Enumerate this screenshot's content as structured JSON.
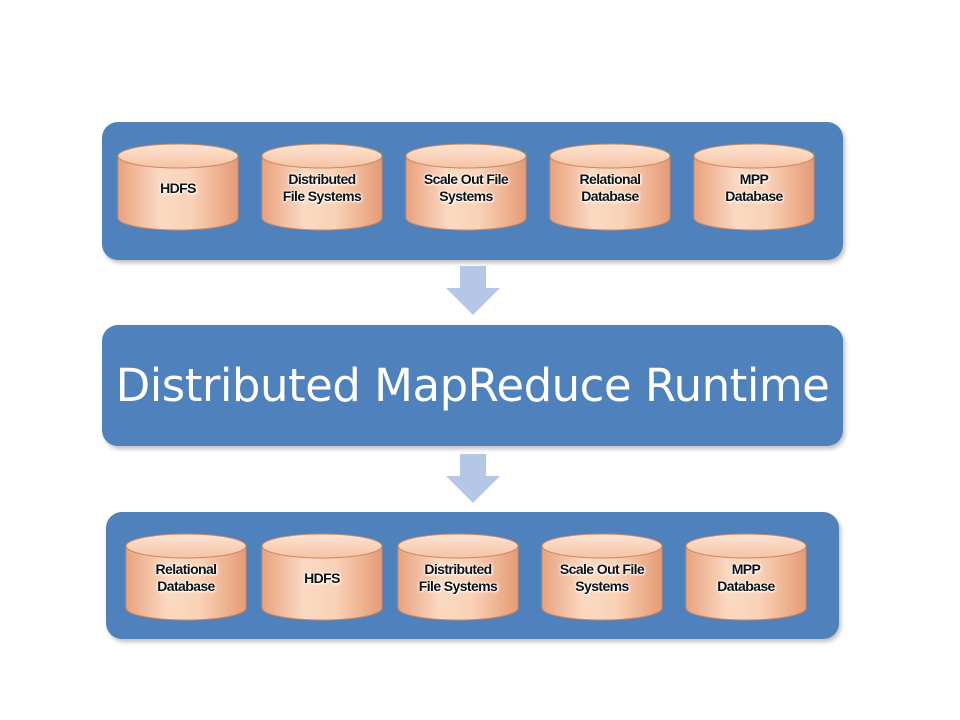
{
  "top_row": {
    "items": [
      {
        "line1": "HDFS",
        "line2": ""
      },
      {
        "line1": "Distributed",
        "line2": "File Systems"
      },
      {
        "line1": "Scale Out File",
        "line2": "Systems"
      },
      {
        "line1": "Relational",
        "line2": "Database"
      },
      {
        "line1": "MPP",
        "line2": "Database"
      }
    ]
  },
  "runtime": {
    "label": "Distributed MapReduce Runtime"
  },
  "bottom_row": {
    "items": [
      {
        "line1": "Relational",
        "line2": "Database"
      },
      {
        "line1": "HDFS",
        "line2": ""
      },
      {
        "line1": "Distributed",
        "line2": "File Systems"
      },
      {
        "line1": "Scale Out File",
        "line2": "Systems"
      },
      {
        "line1": "MPP",
        "line2": "Database"
      }
    ]
  },
  "colors": {
    "panel": "#4f81bd",
    "cylinder_body": "#f8c9a8",
    "arrow": "#b4c7e7"
  }
}
